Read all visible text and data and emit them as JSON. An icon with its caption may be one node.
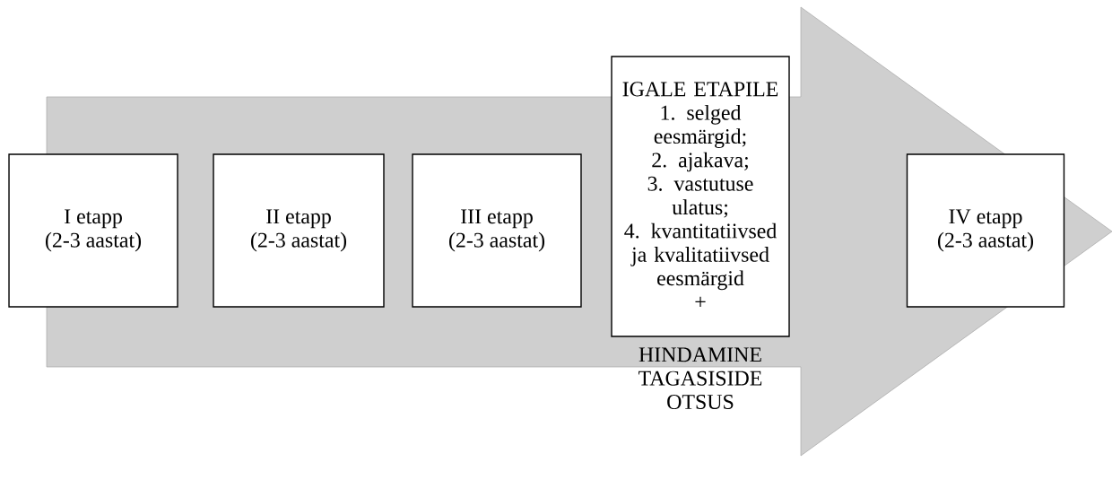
{
  "diagram": {
    "nodes": [
      {
        "text": [
          "I etapp",
          "(2-3 aastat)"
        ]
      },
      {
        "text": [
          "II etapp",
          "(2-3 aastat)"
        ]
      },
      {
        "text": [
          "III etapp",
          "(2-3 aastat)"
        ]
      },
      {
        "text": [
          "IGALE ETAPILE",
          "1. selged eesmärgid;",
          "2. ajakava;",
          "3. vastutuse ulatus;",
          "4. kvantitatiivsed ja kvalitatiivsed eesmärgid",
          "+",
          "HINDAMINE",
          "TAGASISIDE",
          "OTSUS"
        ]
      },
      {
        "text": [
          "IV etapp",
          "(2-3 aastat)"
        ]
      }
    ]
  }
}
